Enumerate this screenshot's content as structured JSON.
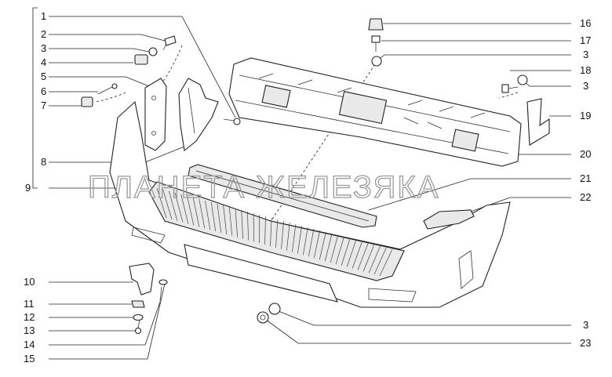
{
  "watermark": "ПЛАНЕТА ЖЕЛЕЗЯКА",
  "callouts": {
    "left": [
      "1",
      "2",
      "3",
      "4",
      "5",
      "6",
      "7",
      "8",
      "9"
    ],
    "bottom_left": [
      "10",
      "11",
      "12",
      "13",
      "14",
      "15"
    ],
    "right": [
      "16",
      "17",
      "3",
      "18",
      "3",
      "19",
      "20",
      "21",
      "22",
      "3",
      "23"
    ]
  }
}
